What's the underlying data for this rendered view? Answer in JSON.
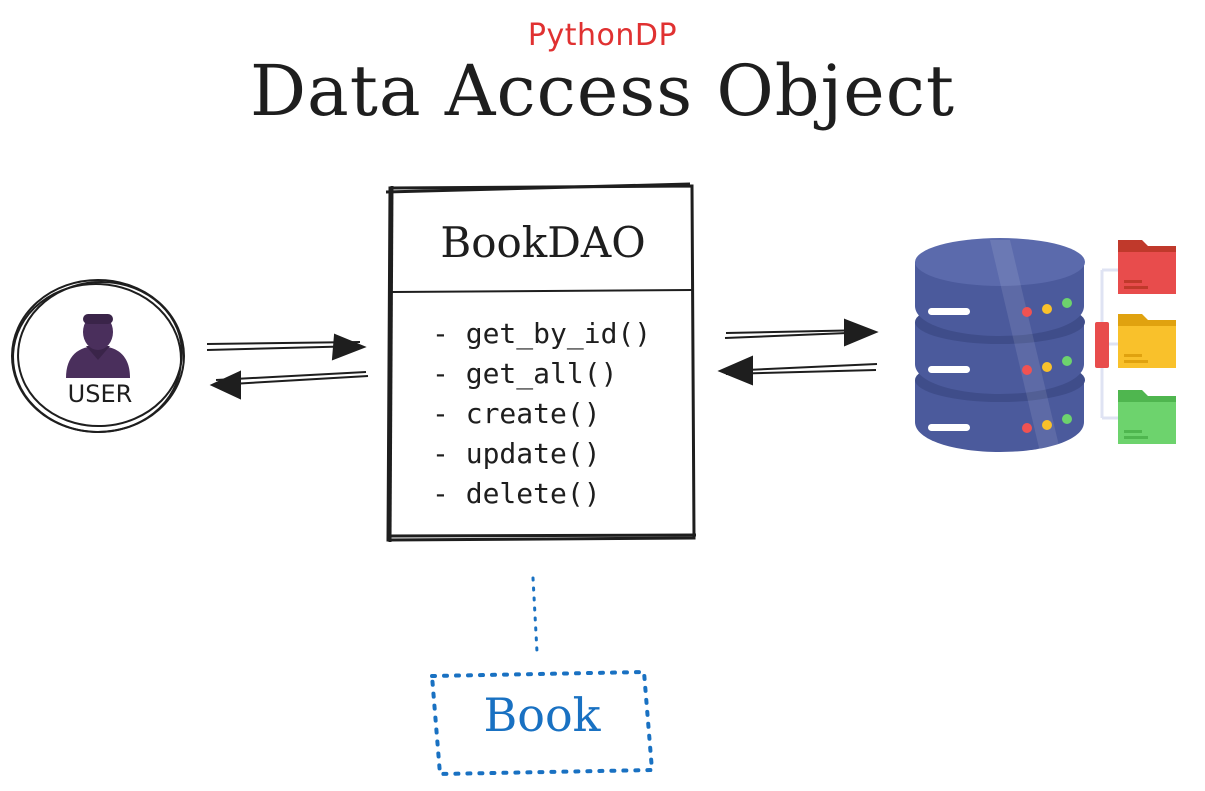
{
  "header": {
    "brand": "PythonDP",
    "title": "Data Access Object"
  },
  "user": {
    "label": "USER",
    "icon": "user-icon"
  },
  "dao": {
    "class_name": "BookDAO",
    "methods": [
      "- get_by_id()",
      "- get_all()",
      "- create()",
      "- update()",
      "- delete()"
    ]
  },
  "database": {
    "icon": "database-server-icon",
    "folders": [
      "folder-icon-red",
      "folder-icon-yellow",
      "folder-icon-green"
    ]
  },
  "entity": {
    "label": "Book"
  },
  "colors": {
    "ink": "#1e1e1e",
    "brand": "#e03131",
    "entity": "#1971c2",
    "db_body": "#4b5a9c",
    "folder_red": "#e84c4c",
    "folder_yellow": "#f9c12b",
    "folder_green": "#6dd36d"
  }
}
